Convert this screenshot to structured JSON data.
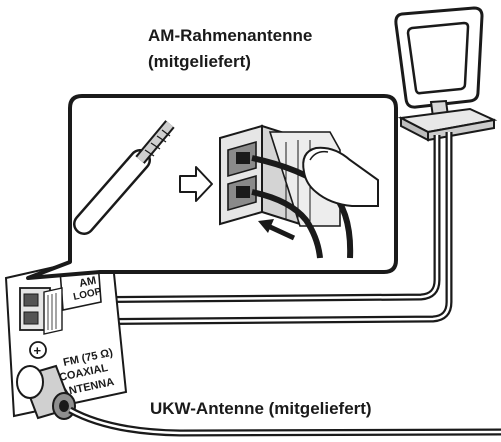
{
  "labels": {
    "am_antenna_line1": "AM-Rahmenantenne",
    "am_antenna_line2": "(mitgeliefert)",
    "fm_antenna": "UKW-Antenne (mitgeliefert)"
  },
  "panel": {
    "am_line1": "AM",
    "am_line2": "LOOP",
    "fm_line1": "FM (75 Ω)",
    "fm_line2": "COAXIAL",
    "fm_line3": "ANTENNA",
    "ground_symbol": "+"
  },
  "icons": {
    "direction_arrow": "open-right-arrow-icon",
    "push_arrow": "push-arrow-icon",
    "finger": "finger-icon"
  },
  "colors": {
    "line": "#1a1a1a",
    "callout_fill": "#ffffff",
    "callout_border": "#1a1a1a",
    "terminal_fill": "#e6e6e6",
    "terminal_shadow": "#bdbdbd"
  }
}
